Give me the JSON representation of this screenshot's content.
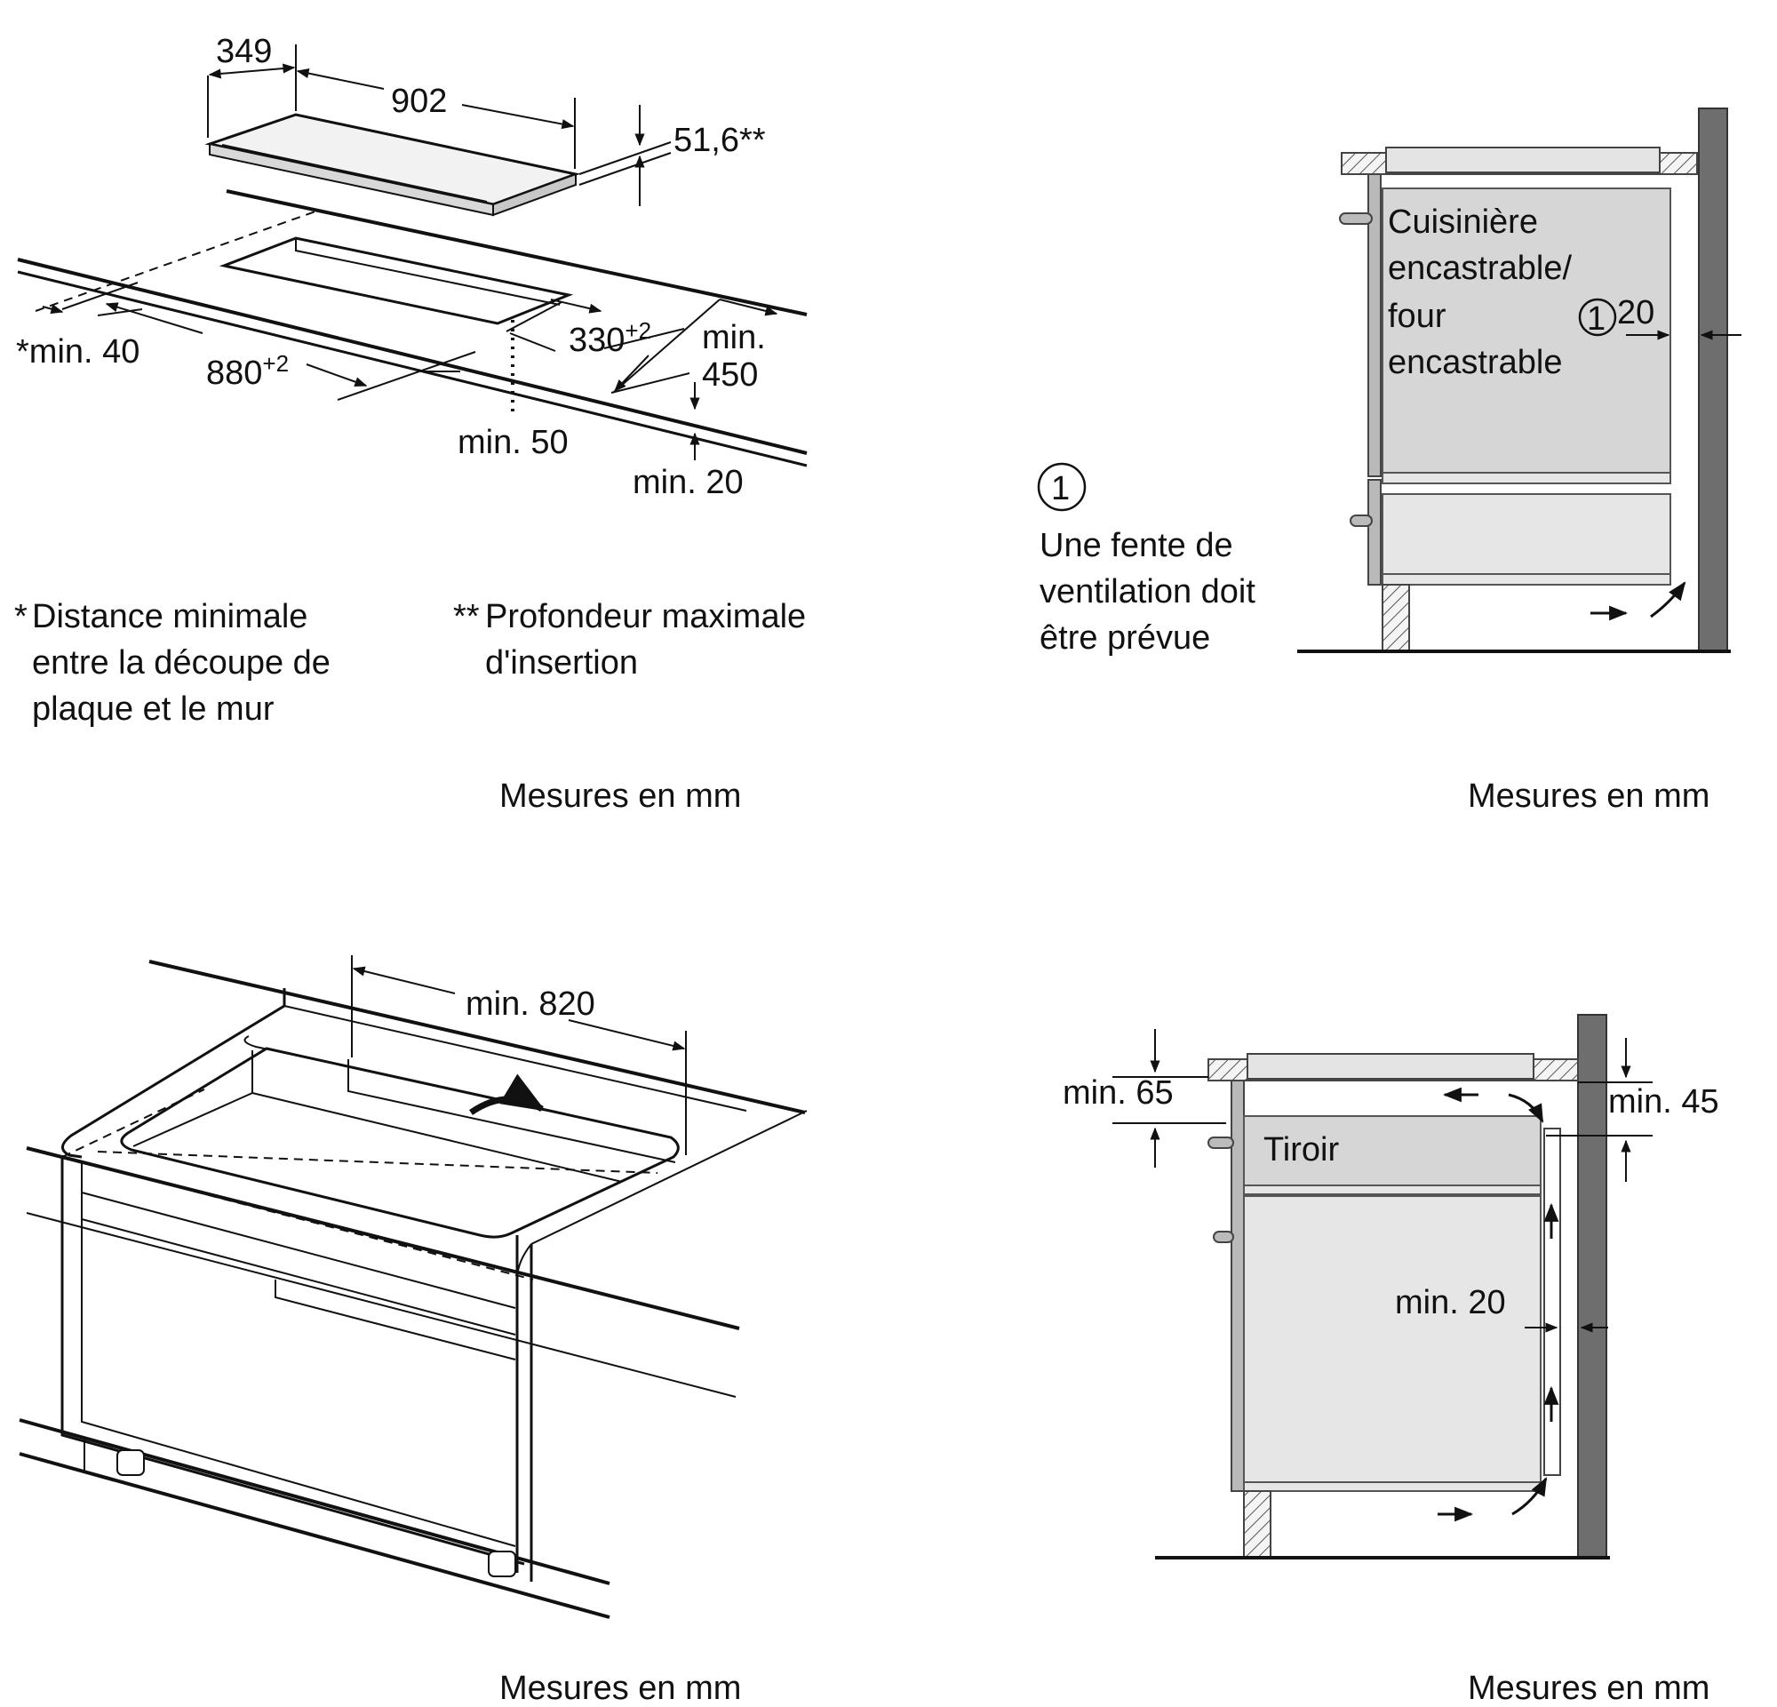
{
  "panel_top_left": {
    "dimensions": {
      "width_349": "349",
      "length_902": "902",
      "depth_51_6": "51,6**",
      "min_40": "*min. 40",
      "cut_880": "880",
      "cut_880_sup": "+2",
      "cut_330": "330",
      "cut_330_sup": "+2",
      "min_450_a": "min.",
      "min_450_b": "450",
      "min_50": "min. 50",
      "min_20": "min. 20"
    },
    "note_star_mark": "*",
    "note_star_lines": [
      "Distance minimale",
      "entre la découpe de",
      "plaque et le mur"
    ],
    "note_dstar_mark": "**",
    "note_dstar_lines": [
      "Profondeur maximale",
      "d'insertion"
    ],
    "units": "Mesures en mm"
  },
  "panel_top_right": {
    "appliance_lines": [
      "Cuisinière",
      "encastrable/",
      "four",
      "encastrable"
    ],
    "circle_marker": "1",
    "gap_20": "20",
    "legend_marker": "1",
    "legend_lines": [
      "Une fente de",
      "ventilation doit",
      "être prévue"
    ],
    "units": "Mesures en mm"
  },
  "panel_bottom_left": {
    "min_820": "min. 820",
    "units": "Mesures en mm"
  },
  "panel_bottom_right": {
    "min_65": "min. 65",
    "min_45": "min. 45",
    "drawer_label": "Tiroir",
    "min_20": "min. 20",
    "units": "Mesures en mm"
  }
}
